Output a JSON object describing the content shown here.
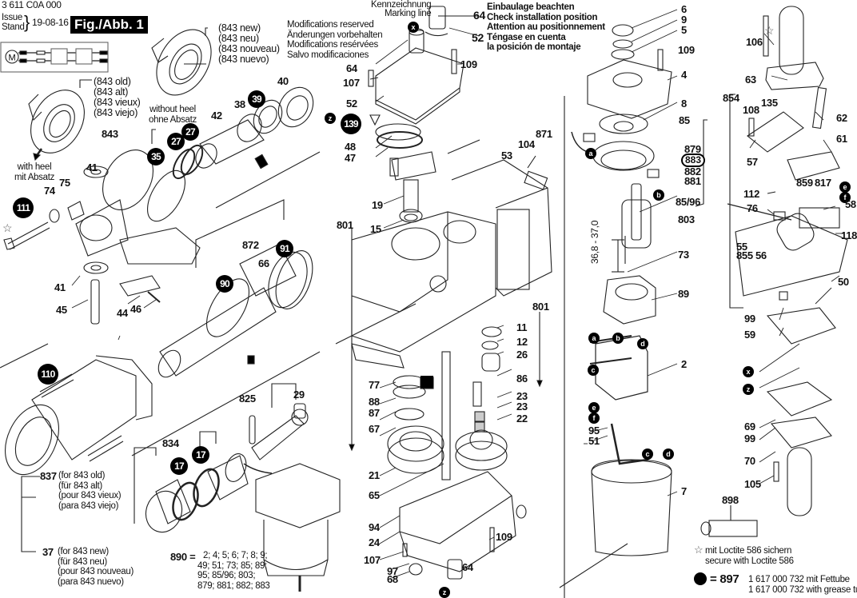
{
  "header": {
    "doc_number": "3 611 C0A 000",
    "issue_label": "Issue",
    "stand_label": "Stand",
    "issue_date": "19-08-16",
    "figure_label": "Fig./Abb. 1"
  },
  "notices": {
    "modifications": [
      "Modifications reserved",
      "Änderungen vorbehalten",
      "Modifications resérvées",
      "Salvo modificaciones"
    ],
    "installation": [
      "Einbaulage beachten",
      "Check installation position",
      "Attention au positionnement",
      "Téngase en cuenta",
      "la posición de montaje"
    ],
    "marking": [
      "Kennzeichnung",
      "Marking line"
    ]
  },
  "variants": {
    "new": [
      "(843 new)",
      "(843 neu)",
      "(843 nouveau)",
      "(843 nuevo)"
    ],
    "old": [
      "(843 old)",
      "(843 alt)",
      "(843 vieux)",
      "(843 viejo)"
    ],
    "without_heel": [
      "without heel",
      "ohne Absatz"
    ],
    "with_heel": [
      "with heel",
      "mit Absatz"
    ]
  },
  "assemblies": {
    "a837": {
      "number": "837",
      "lines": [
        "(for 843 old)",
        "(für 843 alt)",
        "(pour 843 vieux)",
        "(para 843 viejo)"
      ]
    },
    "a37": {
      "number": "37",
      "lines": [
        "(for 843 new)",
        "(für 843 neu)",
        "(pour 843 nouveau)",
        "(para 843 nuevo)"
      ]
    },
    "a890": {
      "number": "890 =",
      "lines": [
        "2; 4; 5; 6; 7; 8; 9;",
        "49; 51; 73; 85; 89;",
        "95; 85/96; 803;",
        "879; 881; 882; 883"
      ]
    }
  },
  "dimension": "36,8 - 37,0",
  "legend": {
    "loctite": [
      "mit Loctite 586 sichern",
      "secure with Loctite 586"
    ],
    "grease_number": "= 897",
    "grease": [
      "1 617 000 732 mit Fettube",
      "1 617 000 732 with grease tube"
    ]
  },
  "parts": {
    "p2": "2",
    "p4": "4",
    "p5": "5",
    "p6": "6",
    "p7": "7",
    "p8": "8",
    "p9": "9",
    "p11": "11",
    "p12": "12",
    "p15": "15",
    "p17a": "17",
    "p17b": "17",
    "p19": "19",
    "p21": "21",
    "p22": "22",
    "p23a": "23",
    "p23b": "23",
    "p24": "24",
    "p26": "26",
    "p27a": "27",
    "p27b": "27",
    "p29": "29",
    "p35": "35",
    "p37": "37",
    "p38": "38",
    "p39": "39",
    "p40": "40",
    "p41a": "41",
    "p41b": "41",
    "p42": "42",
    "p44": "44",
    "p45": "45",
    "p46": "46",
    "p47": "47",
    "p48": "48",
    "p50": "50",
    "p51": "51",
    "p52a": "52",
    "p52b": "52",
    "p53": "53",
    "p55": "55",
    "p56": "56",
    "p57": "57",
    "p58": "58",
    "p59": "59",
    "p61": "61",
    "p62": "62",
    "p63": "63",
    "p64a": "64",
    "p64b": "64",
    "p64c": "64",
    "p65": "65",
    "p66": "66",
    "p67": "67",
    "p68": "68",
    "p69": "69",
    "p70": "70",
    "p73": "73",
    "p74": "74",
    "p75": "75",
    "p76": "76",
    "p77": "77",
    "p85": "85",
    "p85_96": "85/96",
    "p86": "86",
    "p87": "87",
    "p88": "88",
    "p89": "89",
    "p90": "90",
    "p91": "91",
    "p94": "94",
    "p95": "95",
    "p97": "97",
    "p99a": "99",
    "p99b": "99",
    "p104": "104",
    "p105": "105",
    "p106": "106",
    "p107a": "107",
    "p107b": "107",
    "p108": "108",
    "p109a": "109",
    "p109b": "109",
    "p109c": "109",
    "p110": "110",
    "p111": "111",
    "p112": "112",
    "p118": "118",
    "p135": "135",
    "p139": "139",
    "p801a": "801",
    "p801b": "801",
    "p803": "803",
    "p817": "817",
    "p825": "825",
    "p834": "834",
    "p843": "843",
    "p854": "854",
    "p855": "855",
    "p859": "859",
    "p871": "871",
    "p872": "872",
    "p879": "879",
    "p881": "881",
    "p882": "882",
    "p883": "883",
    "p898": "898"
  },
  "connectors": {
    "a": "a",
    "b": "b",
    "c": "c",
    "d": "d",
    "e": "e",
    "f": "f",
    "x": "x",
    "z": "z"
  }
}
